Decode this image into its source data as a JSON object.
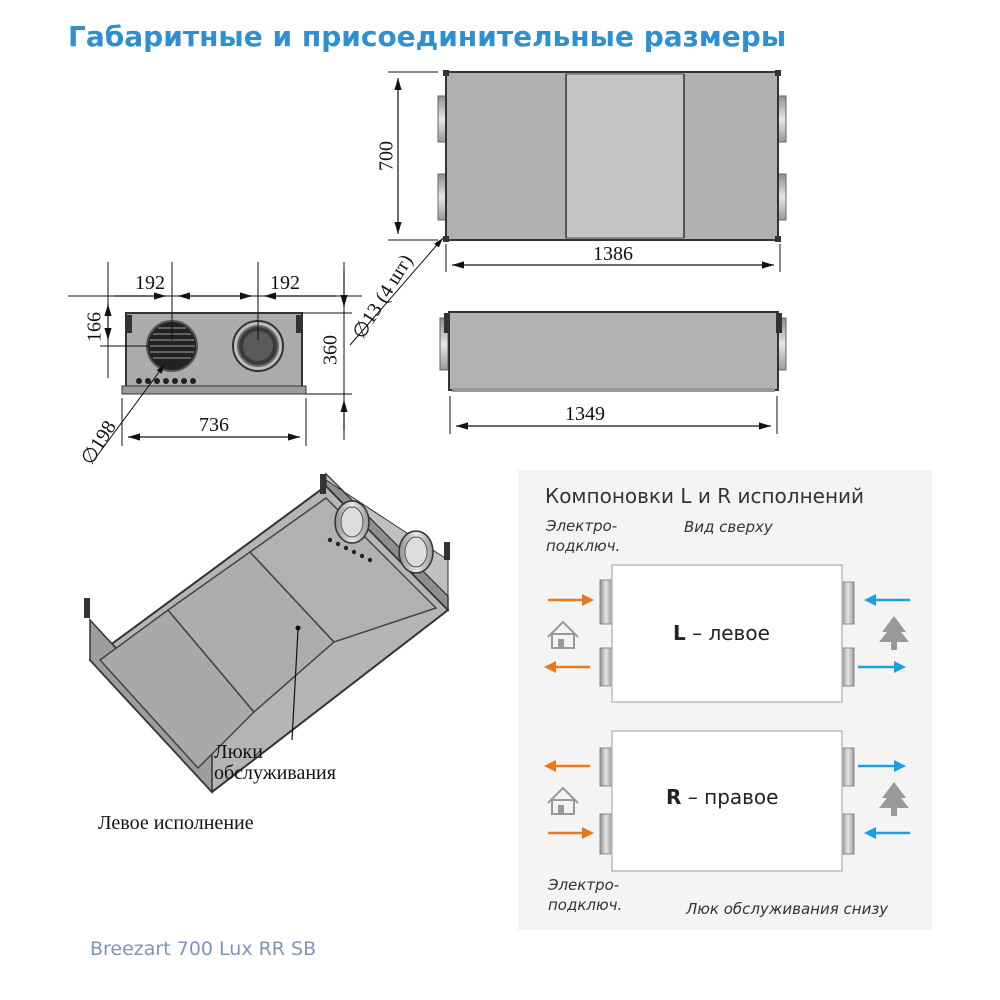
{
  "title": "Габаритные и присоединительные размеры",
  "footer": "Breezart 700 Lux RR SB",
  "dimensions": {
    "height_700": "700",
    "length_1386": "1386",
    "hole": "∅13 (4 шт)",
    "left_192": "192",
    "right_192": "192",
    "height_166": "166",
    "height_360": "360",
    "diam_198": "∅198",
    "width_736": "736",
    "length_1349": "1349"
  },
  "iso_view": {
    "service_hatch_line1": "Люки",
    "service_hatch_line2": "обслуживания",
    "caption": "Левое исполнение"
  },
  "layouts_panel": {
    "title": "Компоновки L и R исполнений",
    "view": "Вид сверху",
    "elec_top_line1": "Электро-",
    "elec_top_line2": "подключ.",
    "mode_L_letter": "L",
    "mode_L_text": " – левое",
    "mode_R_letter": "R",
    "mode_R_text": " – правое",
    "elec_bottom_line1": "Электро-",
    "elec_bottom_line2": "подключ.",
    "bottom_note": "Люк обслуживания снизу"
  },
  "colors": {
    "title": "#2e8fd1",
    "footer": "#7d95b8",
    "arrow_indoor": "#e8781e",
    "arrow_outdoor": "#1e9fe0",
    "panel_bg": "#f4f4f4",
    "unit_gray": "#b9b9b9"
  },
  "icons": [
    "house-icon",
    "tree-icon",
    "arrow-icon"
  ]
}
